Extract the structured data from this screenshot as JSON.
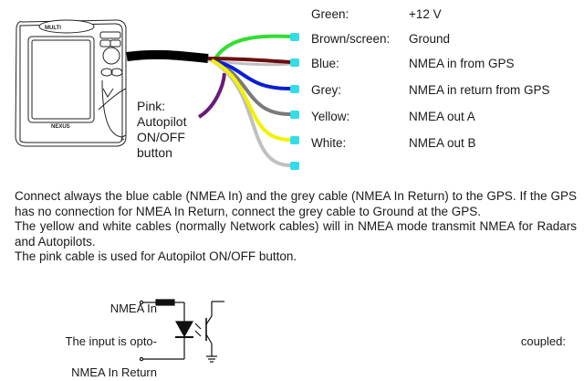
{
  "device": {
    "brand_label": "NEXUS",
    "model_label": "MULTI"
  },
  "cables": [
    {
      "color_name": "Green:",
      "function": "+12 V",
      "hex": "#33dd33"
    },
    {
      "color_name": "Brown/screen:",
      "function": "Ground",
      "hex": "#6b0f0f"
    },
    {
      "color_name": "Blue:",
      "function": "NMEA in from GPS",
      "hex": "#0a1fd6"
    },
    {
      "color_name": "Grey:",
      "function": "NMEA in return from GPS",
      "hex": "#7a7a7a"
    },
    {
      "color_name": "Yellow:",
      "function": "NMEA out A",
      "hex": "#f2f200"
    },
    {
      "color_name": "White:",
      "function": "NMEA out B",
      "hex": "#c0c0c0"
    }
  ],
  "pink_cable": {
    "label_lines": [
      "Pink:",
      "Autopilot",
      "ON/OFF",
      "button"
    ],
    "hex": "#6a1a7a"
  },
  "connector_color": "#33dde8",
  "description": {
    "paragraphs": [
      "Connect always the blue cable (NMEA In) and the grey cable (NMEA In Return) to the GPS. If the GPS has no connection for NMEA In Return, connect the grey cable to Ground at the GPS.",
      "The yellow and white cables (normally Network cables) will in NMEA mode transmit NMEA for Radars and Autopilots.",
      "The pink cable is used for Autopilot ON/OFF button."
    ]
  },
  "opto": {
    "nmea_in_label": "NMEA In",
    "input_text_left": "The input is opto-",
    "input_text_right": "coupled:",
    "nmea_return_label": "NMEA In Return"
  }
}
